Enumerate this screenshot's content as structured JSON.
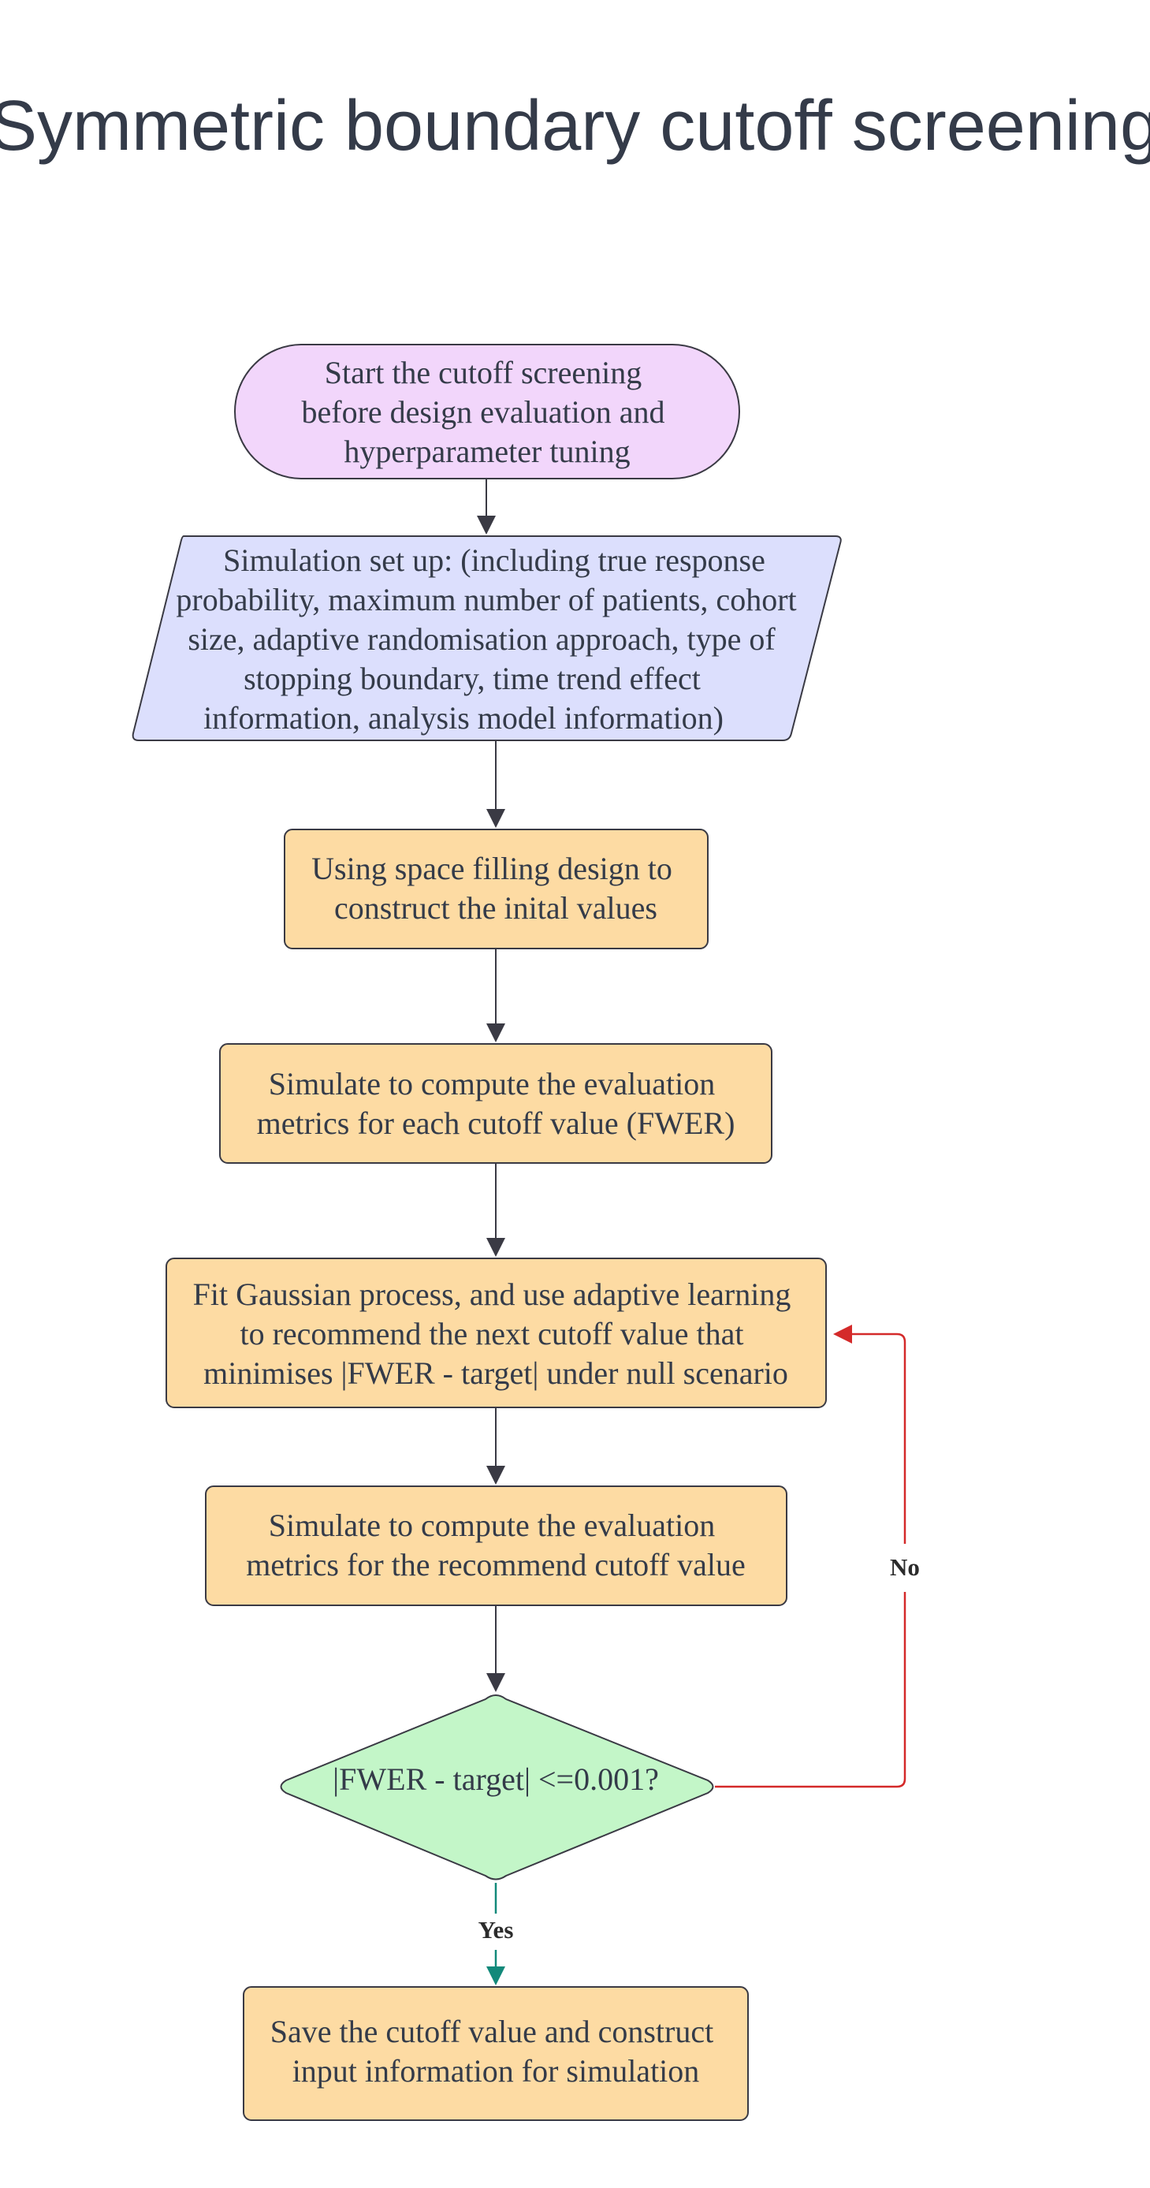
{
  "diagram": {
    "title": "Symmetric boundary cutoff screening",
    "nodes": [
      {
        "id": "start",
        "shape": "terminator",
        "lines": [
          "Start the cutoff screening",
          "before design evaluation and",
          "hyperparameter tuning"
        ],
        "fill": "#f2d6fb"
      },
      {
        "id": "setup",
        "shape": "parallelogram",
        "lines": [
          "Simulation set up: (including true response",
          "probability, maximum number of patients, cohort",
          "size, adaptive randomisation approach, type of",
          "stopping boundary, time trend effect",
          "information, analysis model information)"
        ],
        "fill": "#dcdffd"
      },
      {
        "id": "space_filling",
        "shape": "process",
        "lines": [
          "Using space filling design to",
          "construct the inital values"
        ],
        "fill": "#fddba3"
      },
      {
        "id": "simulate_each",
        "shape": "process",
        "lines": [
          "Simulate to compute the evaluation",
          "metrics for each cutoff value (FWER)"
        ],
        "fill": "#fddba3"
      },
      {
        "id": "fit_gp",
        "shape": "process",
        "lines": [
          "Fit Gaussian process, and use adaptive learning",
          "to recommend the next cutoff value that",
          "minimises |FWER - target| under null scenario"
        ],
        "fill": "#fddba3"
      },
      {
        "id": "simulate_recommend",
        "shape": "process",
        "lines": [
          "Simulate to compute the evaluation",
          "metrics for the recommend cutoff value"
        ],
        "fill": "#fddba3"
      },
      {
        "id": "decision",
        "shape": "decision",
        "lines": [
          "|FWER - target| <=0.001?"
        ],
        "fill": "#c3f6c8"
      },
      {
        "id": "save",
        "shape": "process",
        "lines": [
          "Save the cutoff value and construct",
          "input information for simulation"
        ],
        "fill": "#fddba3"
      }
    ],
    "edges": [
      {
        "from": "start",
        "to": "setup",
        "label": "",
        "color": "#3a3a44"
      },
      {
        "from": "setup",
        "to": "space_filling",
        "label": "",
        "color": "#3a3a44"
      },
      {
        "from": "space_filling",
        "to": "simulate_each",
        "label": "",
        "color": "#3a3a44"
      },
      {
        "from": "simulate_each",
        "to": "fit_gp",
        "label": "",
        "color": "#3a3a44"
      },
      {
        "from": "fit_gp",
        "to": "simulate_recommend",
        "label": "",
        "color": "#3a3a44"
      },
      {
        "from": "simulate_recommend",
        "to": "decision",
        "label": "",
        "color": "#3a3a44"
      },
      {
        "from": "decision",
        "to": "save",
        "label": "Yes",
        "color": "#12897a"
      },
      {
        "from": "decision",
        "to": "fit_gp",
        "label": "No",
        "color": "#d42a2a"
      }
    ]
  }
}
